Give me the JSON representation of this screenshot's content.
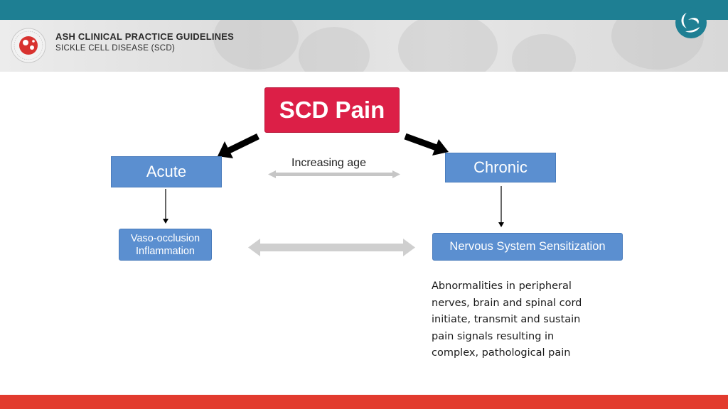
{
  "header": {
    "title": "ASH CLINICAL PRACTICE GUIDELINES",
    "subtitle": "SICKLE CELL DISEASE (SCD)"
  },
  "diagram": {
    "root": "SCD Pain",
    "left": "Acute",
    "right": "Chronic",
    "middle_label": "Increasing age",
    "left_child": [
      "Vaso-occlusion",
      "Inflammation"
    ],
    "right_child": "Nervous System Sensitization",
    "description": "Abnormalities in peripheral nerves, brain and spinal cord initiate, transmit and sustain pain signals resulting in complex, pathological pain"
  },
  "colors": {
    "top_bar": "#1e7f93",
    "bottom_bar": "#e23b2e",
    "box_blue": "#5b8fd0",
    "box_red": "#dc1f47"
  }
}
